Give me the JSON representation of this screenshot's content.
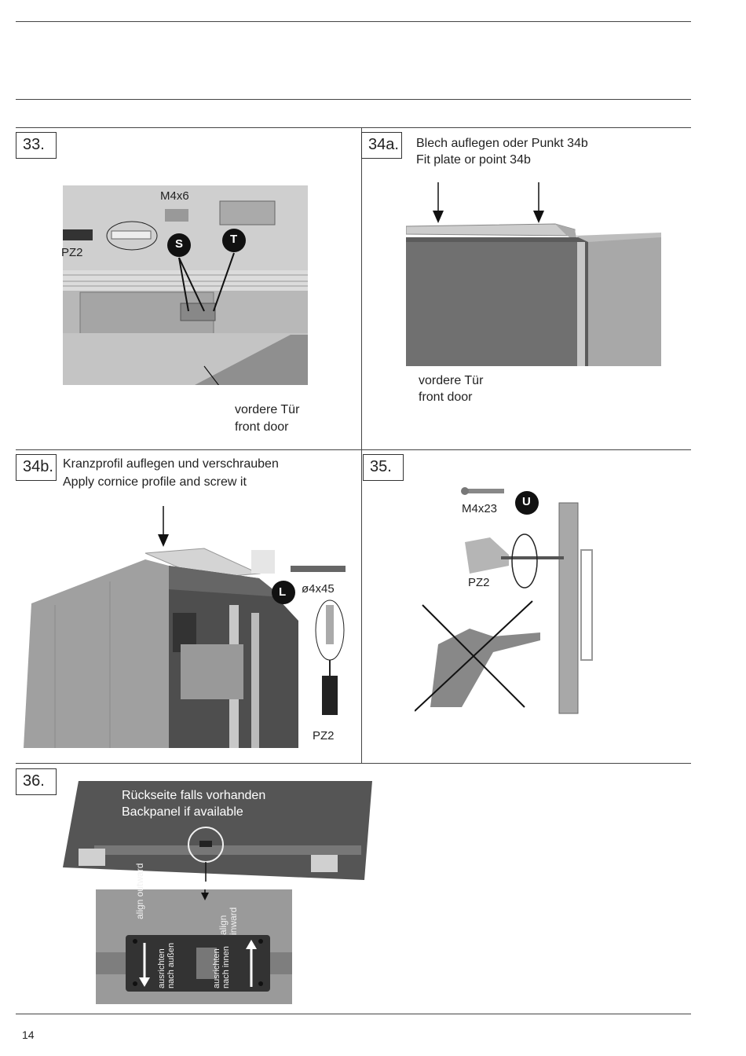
{
  "steps": {
    "s33": {
      "number": "33.",
      "labels": {
        "screw": "M4x6",
        "driver": "PZ2",
        "callout_s": "S",
        "callout_t": "T"
      },
      "caption_de": "vordere Tür",
      "caption_en": "front door"
    },
    "s34a": {
      "number": "34a.",
      "title_de": "Blech auflegen oder Punkt 34b",
      "title_en": "Fit plate or point 34b",
      "caption_de": "vordere Tür",
      "caption_en": "front door"
    },
    "s34b": {
      "number": "34b.",
      "title_de": "Kranzprofil auflegen und verschrauben",
      "title_en": "Apply cornice profile and screw it",
      "labels": {
        "callout_l": "L",
        "screw": "ø4x45",
        "driver": "PZ2"
      }
    },
    "s35": {
      "number": "35.",
      "labels": {
        "screw": "M4x23",
        "callout_u": "U",
        "driver": "PZ2"
      }
    },
    "s36": {
      "number": "36.",
      "title_de": "Rückseite falls vorhanden",
      "title_en": "Backpanel if available",
      "labels": {
        "align_out_en": "align outward",
        "align_out_de": "ausrichten nach außen",
        "align_in_en": "align inward",
        "align_in_de": "ausrichten nach innen"
      }
    }
  },
  "page_number": "14"
}
